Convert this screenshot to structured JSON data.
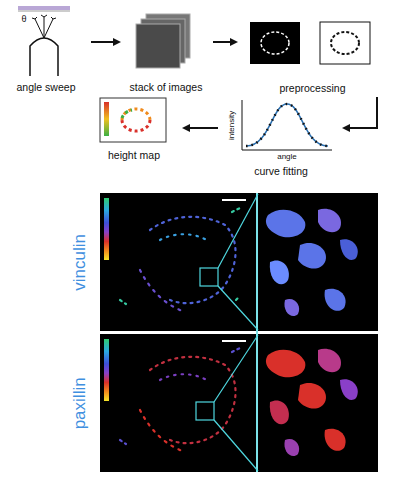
{
  "diagram": {
    "nodes": [
      {
        "text": [
          "angle sweep"
        ]
      },
      {
        "text": [
          "stack of images"
        ]
      },
      {
        "text": [
          "preprocessing"
        ]
      },
      {
        "text": [
          "curve fitting"
        ]
      },
      {
        "text": [
          "height map"
        ]
      }
    ],
    "edges": [
      {
        "from": 0,
        "to": 1,
        "arrow": "to"
      },
      {
        "from": 1,
        "to": 2,
        "arrow": "to"
      },
      {
        "from": 2,
        "to": 3,
        "arrow": "to"
      },
      {
        "from": 3,
        "to": 4,
        "arrow": "to"
      }
    ],
    "labels": [
      "θ",
      "intensity",
      "angle",
      "vinculin",
      "paxillin"
    ]
  }
}
